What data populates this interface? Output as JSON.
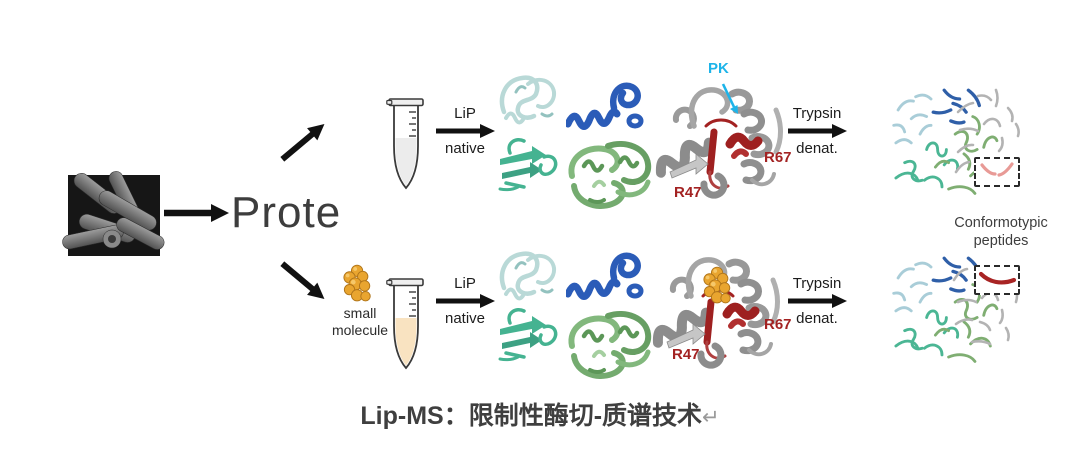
{
  "figure": {
    "sample_label": "Prote",
    "steps": {
      "lip": {
        "line1": "LiP",
        "line2": "native"
      },
      "trypsin": {
        "line1": "Trypsin",
        "line2": "denat."
      }
    },
    "annotations": {
      "protease": "PK",
      "site_r67": "R67",
      "site_r47": "R47"
    },
    "small_molecule": {
      "line1": "small",
      "line2": "molecule"
    },
    "output_label": {
      "line1": "Conformotypic",
      "line2": "peptides"
    },
    "caption": {
      "text": "Lip-MS：限制性酶切-质谱技术",
      "paragraph_mark": "↵"
    }
  },
  "colors": {
    "pk_cyan": "#1db4e9",
    "site_red": "#a32222",
    "molecule_orange": "#e9a52f",
    "protein_pale_cyan": "#b9d9d7",
    "protein_blue": "#2b5cb8",
    "protein_teal": "#45b391",
    "protein_green": "#82b87d",
    "protein_gray": "#9e9e9e",
    "peptide_light_blue": "#a9cdd8",
    "peptide_dark_blue": "#2f5fa8",
    "peptide_teal": "#4bb694",
    "peptide_green": "#7fae72",
    "peptide_gray": "#b3b3b3",
    "peptide_salmon": "#e89a96",
    "peptide_dark_red": "#a82424",
    "arrow_black": "#111111",
    "caption_color": "#3f3f3f"
  }
}
